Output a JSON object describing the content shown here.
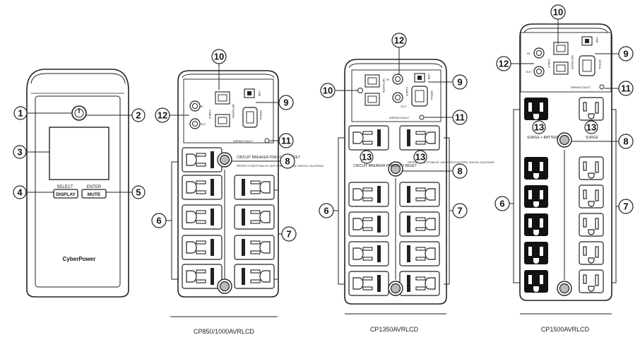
{
  "front": {
    "brand": "CyberPower",
    "select_label": "SELECT",
    "enter_label": "ENTER",
    "display_button": "DISPLAY",
    "mute_button": "MUTE"
  },
  "callouts": {
    "n1": "1",
    "n2": "2",
    "n3": "3",
    "n4": "4",
    "n5": "5",
    "n6": "6",
    "n7": "7",
    "n8": "8",
    "n9": "9",
    "n10": "10",
    "n11": "11",
    "n12": "12",
    "n13": "13"
  },
  "panel_text": {
    "wiring_fault": "WIRING FAULT",
    "circuit_breaker": "CIRCUIT BREAKER PRESS TO RESET",
    "refer_to_bottom": "REFER TO BOTTOM OF UNIT FOR ELECTRIC SHOCK CAUTIONS",
    "refer_to_bottom_2": "REFER TO BOTTOM OF UNIT FOR ELECTRIC SHOCK CAUTIONS.",
    "surge_battery": "SURGE + BATTERY",
    "surge": "SURGE",
    "network": "NETWORK",
    "cable": "CABLE",
    "usb": "USB",
    "serial": "SERIAL",
    "in": "IN",
    "out": "OUT"
  },
  "captions": {
    "model_1": "CP850/1000AVRLCD",
    "model_2": "CP1350AVRLCD",
    "model_3": "CP1500AVRLCD"
  }
}
